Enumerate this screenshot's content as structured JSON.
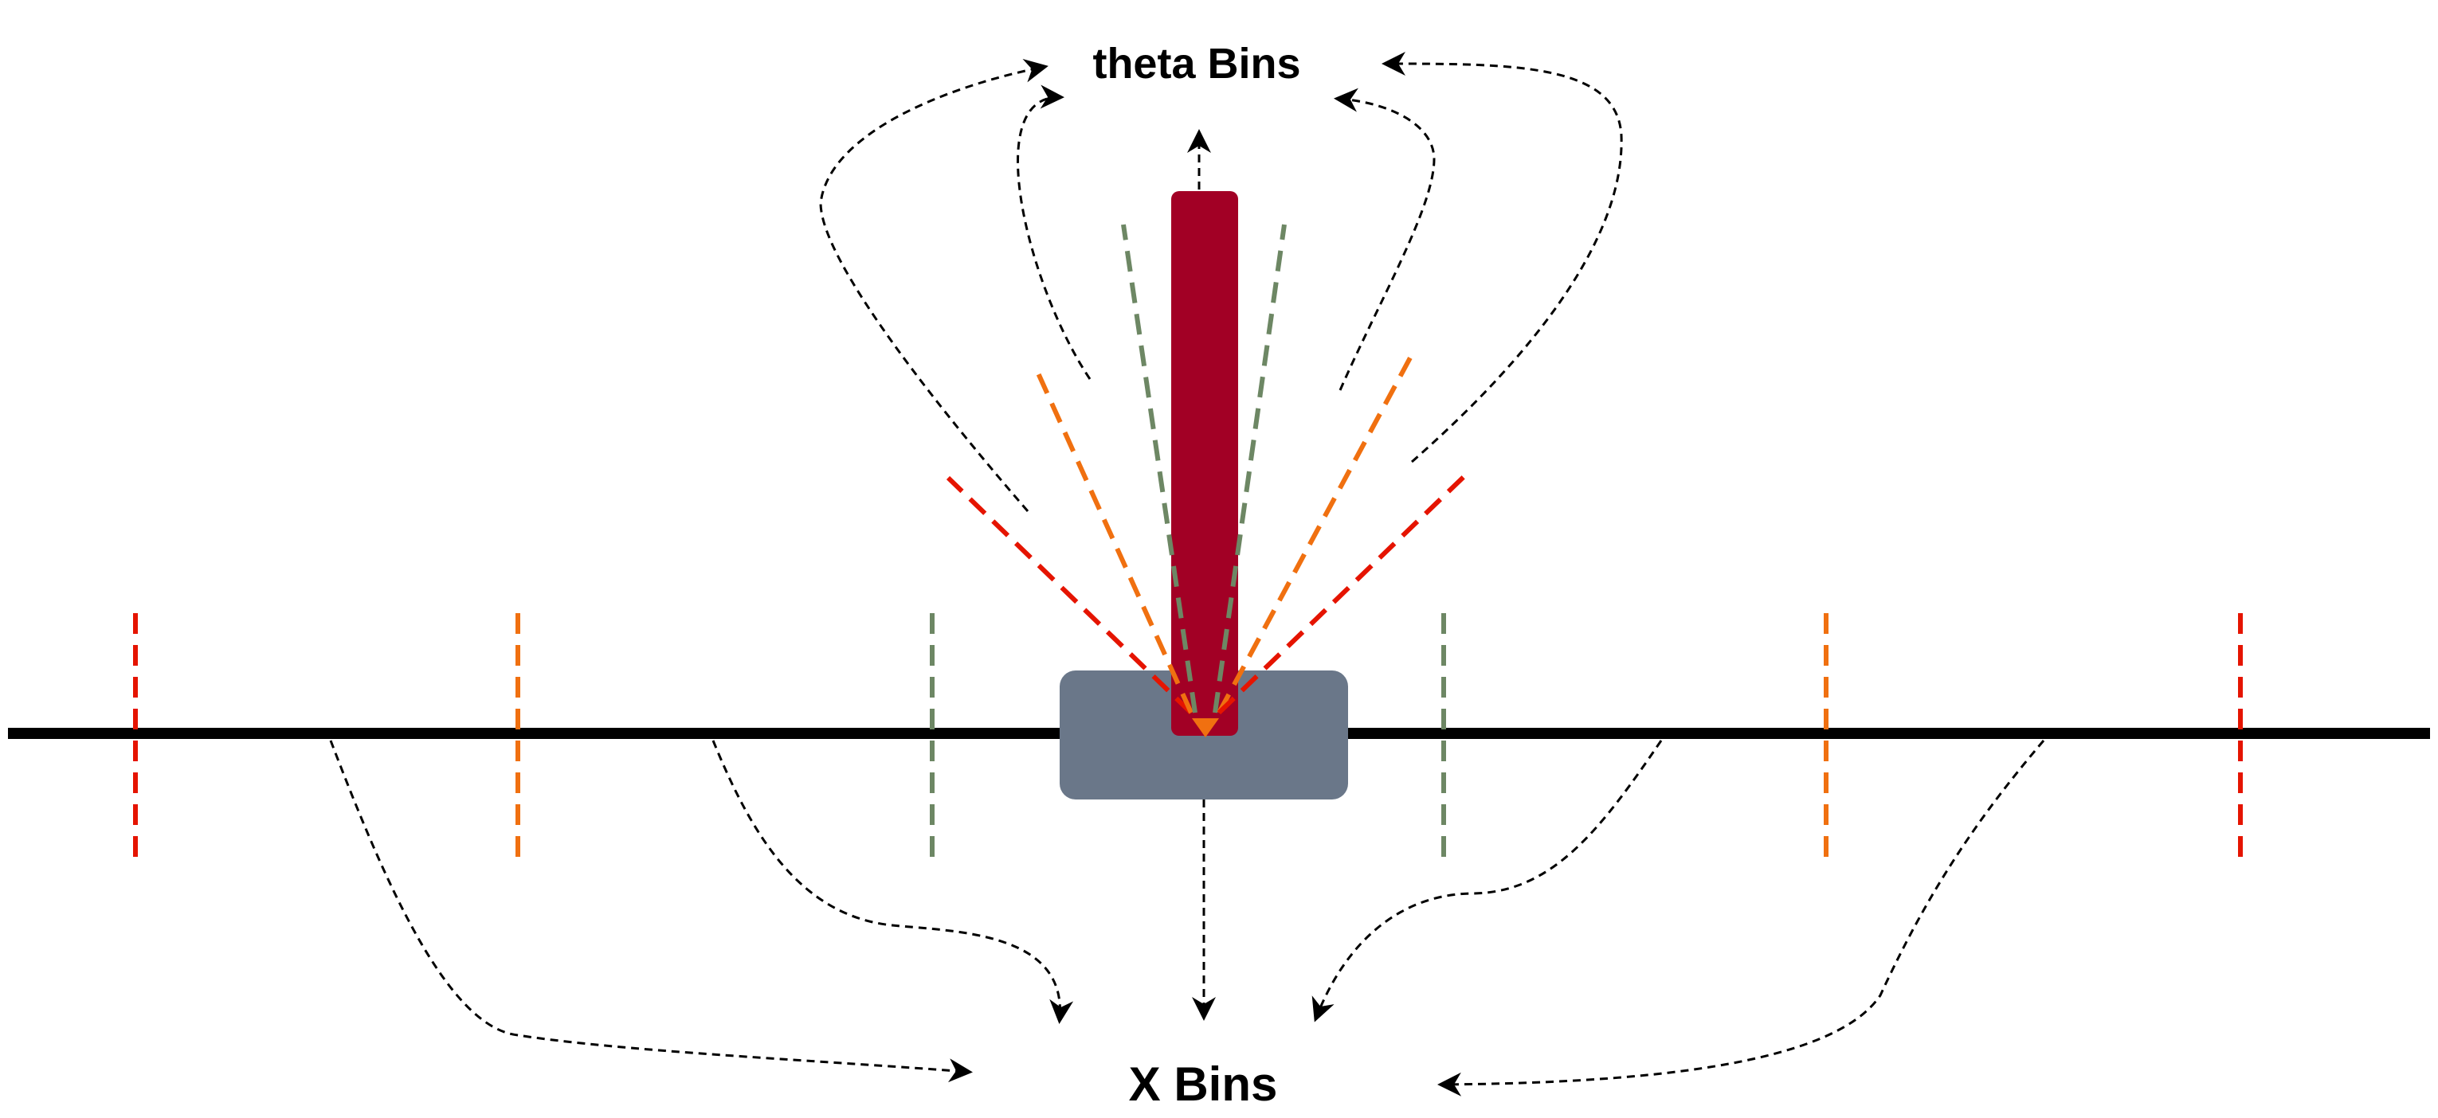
{
  "labels": {
    "theta_bins": "theta Bins",
    "x_bins": "X Bins"
  },
  "colors": {
    "background": "#ffffff",
    "track": "#000000",
    "cart": "#6a7789",
    "pole": "#a20025",
    "bin_outer": "#e51400",
    "bin_middle": "#f07010",
    "bin_inner": "#6d8764",
    "arrow": "#000000"
  },
  "x_bins": {
    "count_per_side": 3,
    "colors_outer_to_inner": [
      "bin_outer",
      "bin_middle",
      "bin_inner"
    ]
  },
  "theta_bins": {
    "count_per_side": 3,
    "colors_outer_to_inner": [
      "bin_outer",
      "bin_middle",
      "bin_inner"
    ]
  }
}
